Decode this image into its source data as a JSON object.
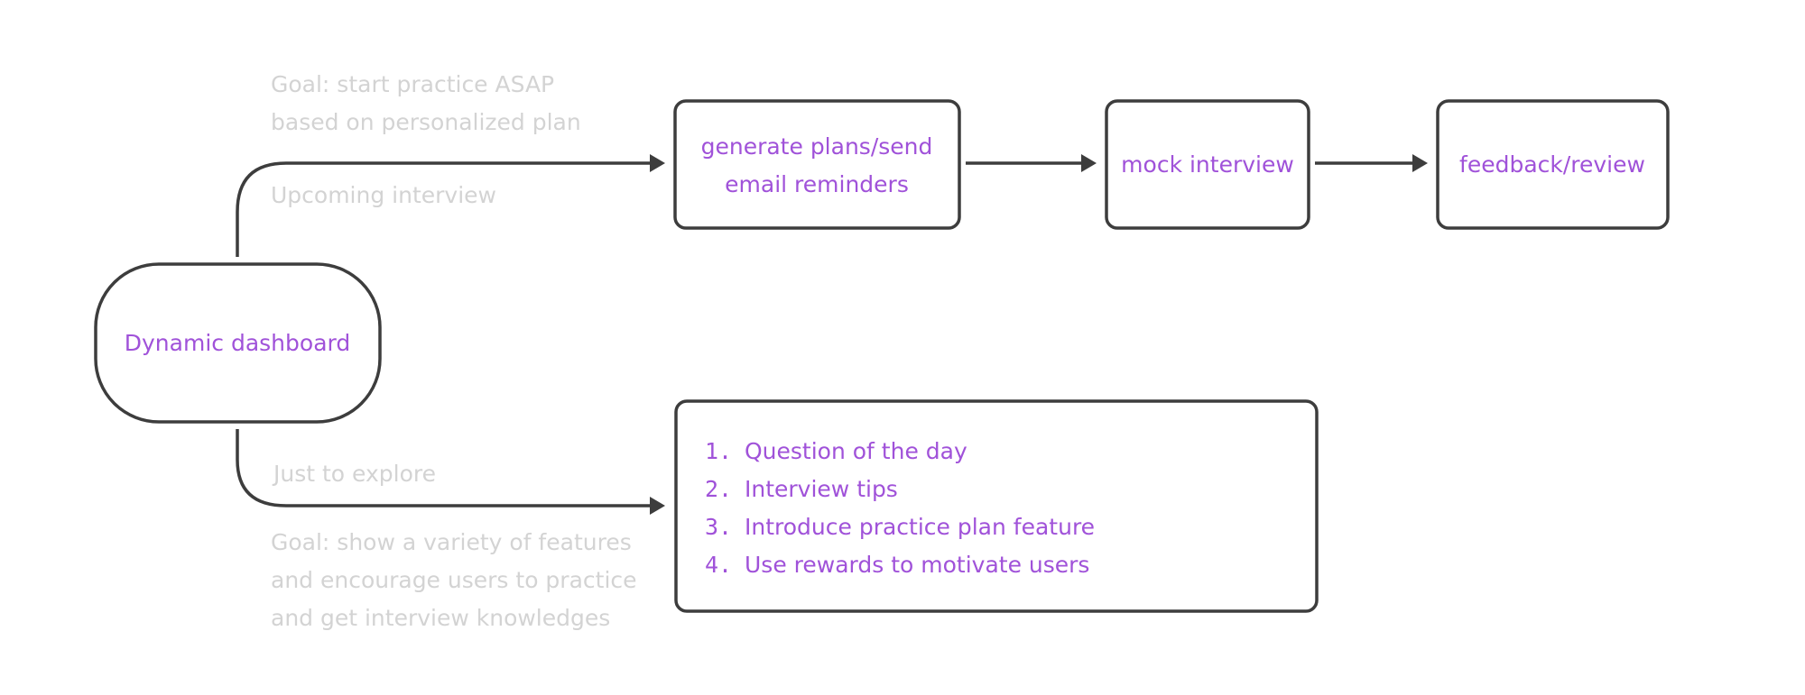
{
  "nodes": {
    "dashboard": {
      "label": "Dynamic dashboard"
    },
    "generate": {
      "lines": [
        "generate plans/send",
        "email reminders"
      ]
    },
    "mock": {
      "label": "mock interview"
    },
    "feedback": {
      "label": "feedback/review"
    },
    "explore_list": {
      "items": [
        {
          "num": "1.",
          "text": "Question of the day"
        },
        {
          "num": "2.",
          "text": "Interview tips"
        },
        {
          "num": "3.",
          "text": "Introduce practice plan feature"
        },
        {
          "num": "4.",
          "text": "Use rewards to motivate users"
        }
      ]
    }
  },
  "notes": {
    "upper_goal": [
      "Goal: start practice ASAP",
      "based on personalized plan"
    ],
    "upper_path_label": "Upcoming interview",
    "lower_path_label": "Just to explore",
    "lower_goal": [
      "Goal: show a variety of features",
      "and encourage users to practice",
      "and get interview knowledges"
    ]
  },
  "colors": {
    "node_text": "#a052d9",
    "note_text": "#d3d3d3",
    "stroke": "#3d3d3d"
  }
}
